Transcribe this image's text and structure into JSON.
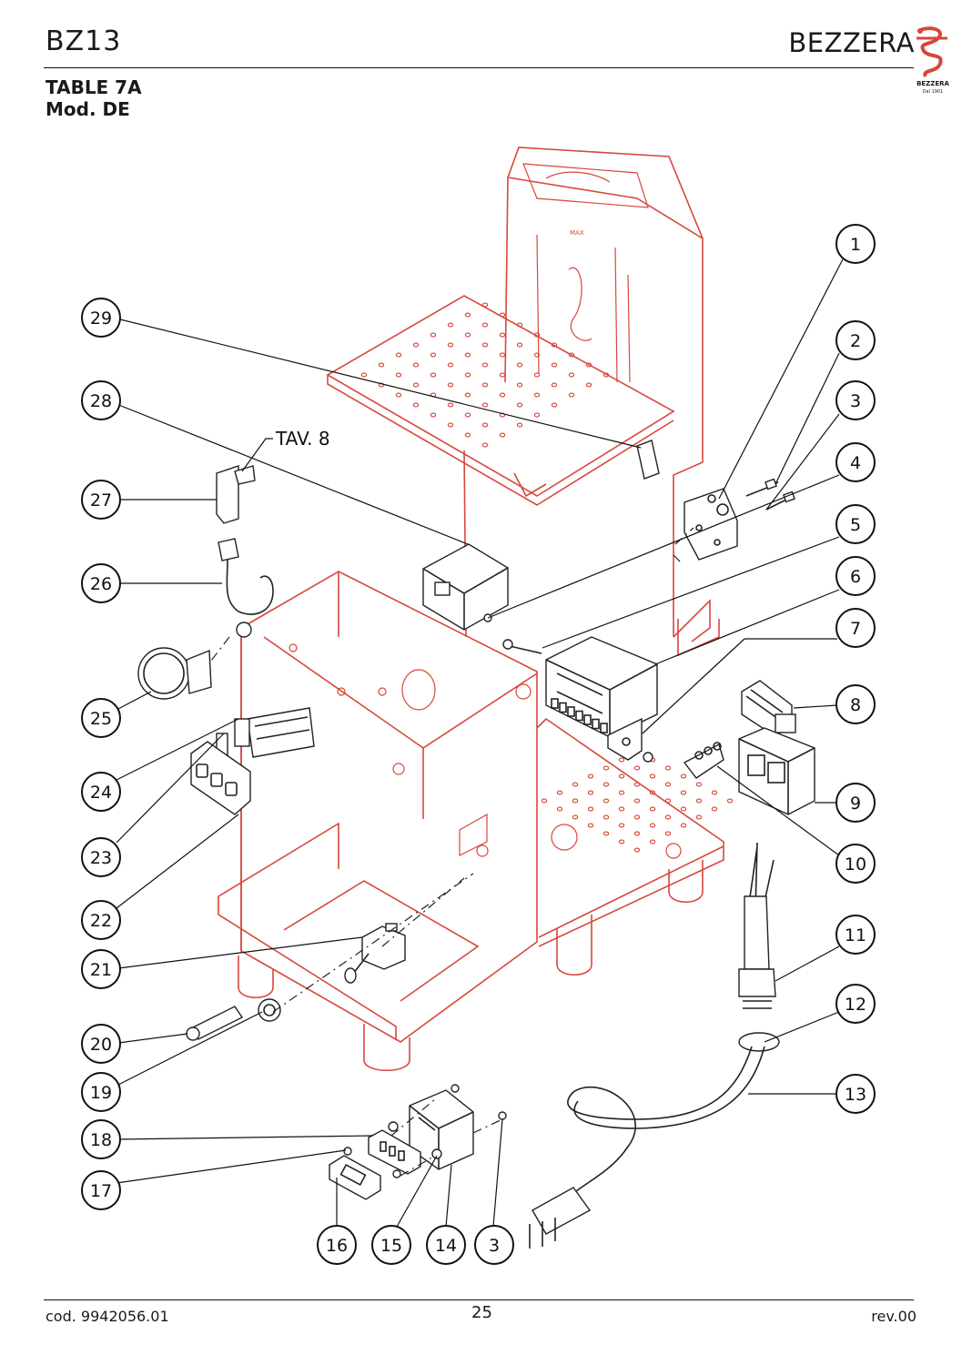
{
  "header": {
    "model": "BZ13",
    "brand": "BEZZERA",
    "brand_sub": "BEZZERA",
    "brand_year": "Dal 1901",
    "table_line1": "TABLE 7A",
    "table_line2": "Mod. DE"
  },
  "diagram": {
    "reference_label": "TAV. 8",
    "tank_label": "MAX",
    "callouts": [
      "1",
      "2",
      "3",
      "4",
      "5",
      "6",
      "7",
      "8",
      "9",
      "10",
      "11",
      "12",
      "13",
      "29",
      "28",
      "27",
      "26",
      "25",
      "24",
      "23",
      "22",
      "21",
      "20",
      "19",
      "18",
      "17",
      "16",
      "15",
      "14",
      "3"
    ]
  },
  "footer": {
    "code": "cod. 9942056.01",
    "page": "25",
    "revision": "rev.00"
  },
  "colors": {
    "frame": "#d8473a",
    "ink": "#111111"
  }
}
